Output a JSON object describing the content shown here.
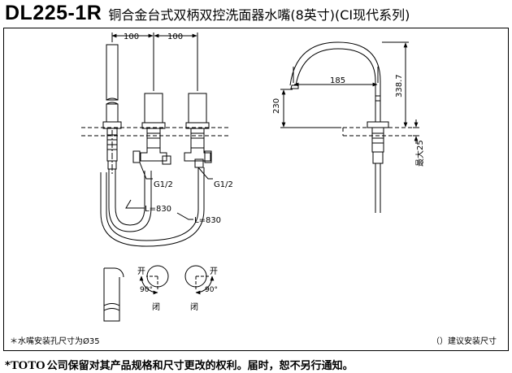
{
  "header": {
    "model": "DL225-1R",
    "description": "铜合金台式双柄双控洗面器水嘴(8英寸)(CI现代系列)"
  },
  "front_view": {
    "spacing_left": "100",
    "spacing_right": "100",
    "connector_left": "G1/2",
    "connector_right": "G1/2",
    "hose_left": "L=830",
    "hose_right": "L=830"
  },
  "side_view": {
    "reach": "185",
    "height_total": "338.7",
    "height_spout": "230",
    "max_deck": "最大25"
  },
  "handles": {
    "open_label": "开",
    "close_label": "闭",
    "angle": "90°"
  },
  "notes": {
    "hole_size": "＊水嘴安装孔尺寸为Ø35",
    "recommended": "（）建议安装尺寸"
  },
  "footer": {
    "brand": "TOTO",
    "notice": "公司保留对其产品规格和尺寸更改的权利。届时，恕不另行通知。"
  }
}
